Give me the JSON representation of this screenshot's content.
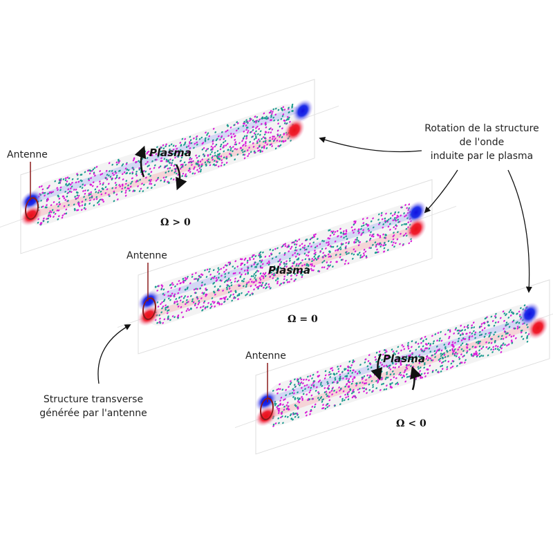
{
  "panels": [
    {
      "id": "positive",
      "antenna_label": "Antenne",
      "plasma_label": "Plasma",
      "omega_label": "Ω > 0",
      "rotation": "counterclockwise"
    },
    {
      "id": "zero",
      "antenna_label": "Antenne",
      "plasma_label": "Plasma",
      "omega_label": "Ω = 0",
      "rotation": "none"
    },
    {
      "id": "negative",
      "antenna_label": "Antenne",
      "plasma_label": "Plasma",
      "omega_label": "Ω < 0",
      "rotation": "clockwise"
    }
  ],
  "annotations": {
    "rotation": [
      "Rotation de la structure",
      "de l'onde",
      "induite par le plasma"
    ],
    "transverse": [
      "Structure transverse",
      "générée par l'antenne"
    ]
  },
  "colors": {
    "ion": "#1a9a8e",
    "electron": "#d81ad8",
    "positive": "#e8121c",
    "negative": "#1420d8",
    "antenna": "#8b1a1a"
  }
}
